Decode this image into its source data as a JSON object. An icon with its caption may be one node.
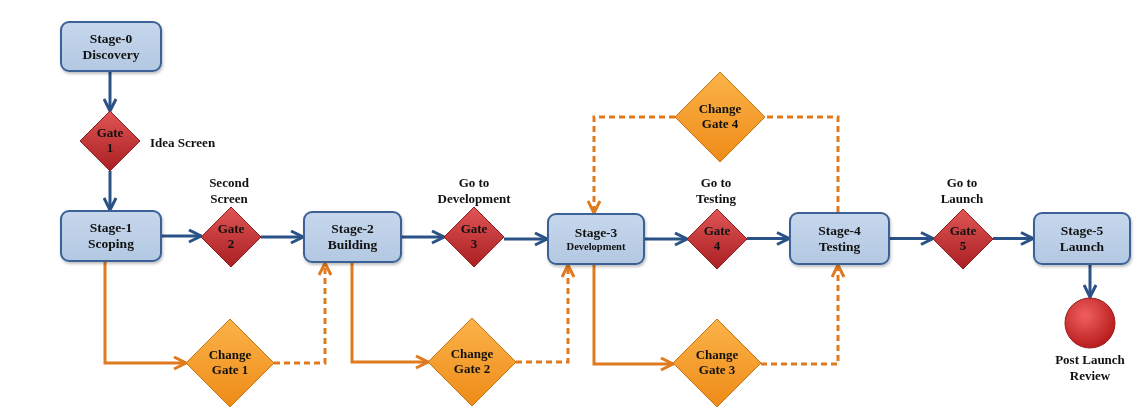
{
  "diagram": {
    "nodes": [
      {
        "text": [
          "Stage-0",
          "Discovery"
        ]
      },
      {
        "text": [
          "Gate 1"
        ],
        "beside": [
          "Idea Screen"
        ]
      },
      {
        "text": [
          "Stage-1",
          "Scoping"
        ]
      },
      {
        "text": [
          "Gate 2"
        ],
        "beside": [
          "Second Screen"
        ]
      },
      {
        "text": [
          "Stage-2",
          "Building"
        ]
      },
      {
        "text": [
          "Gate 3"
        ],
        "beside": [
          "Go to Development"
        ]
      },
      {
        "text": [
          "Stage-3",
          "Development"
        ]
      },
      {
        "text": [
          "Gate 4"
        ],
        "beside": [
          "Go to Testing"
        ]
      },
      {
        "text": [
          "Stage-4",
          "Testing"
        ]
      },
      {
        "text": [
          "Gate 5"
        ],
        "beside": [
          "Go to Launch"
        ]
      },
      {
        "text": [
          "Stage-5",
          "Launch"
        ]
      },
      {
        "text": [],
        "shape": "circle",
        "beside": [
          "Post Launch Review"
        ]
      },
      {
        "text": [
          "Change Gate 1"
        ]
      },
      {
        "text": [
          "Change Gate 2"
        ]
      },
      {
        "text": [
          "Change Gate 3"
        ]
      },
      {
        "text": [
          "Change Gate 4"
        ]
      }
    ],
    "edges": [
      {
        "from": 0,
        "to": 1,
        "arrow": "to"
      },
      {
        "from": 1,
        "to": 2,
        "arrow": "to"
      },
      {
        "from": 2,
        "to": 3,
        "arrow": "to"
      },
      {
        "from": 3,
        "to": 4,
        "arrow": "to"
      },
      {
        "from": 4,
        "to": 5,
        "arrow": "to"
      },
      {
        "from": 5,
        "to": 6,
        "arrow": "to"
      },
      {
        "from": 6,
        "to": 7,
        "arrow": "to"
      },
      {
        "from": 7,
        "to": 8,
        "arrow": "to"
      },
      {
        "from": 8,
        "to": 9,
        "arrow": "to"
      },
      {
        "from": 9,
        "to": 10,
        "arrow": "to"
      },
      {
        "from": 10,
        "to": 11,
        "arrow": "to"
      },
      {
        "from": 2,
        "to": 12,
        "arrow": "to",
        "color": "#e07a1e"
      },
      {
        "from": 12,
        "to": 4,
        "arrow": "to",
        "style": "dashed",
        "color": "#e07a1e"
      },
      {
        "from": 4,
        "to": 13,
        "arrow": "to",
        "color": "#e07a1e"
      },
      {
        "from": 13,
        "to": 6,
        "arrow": "to",
        "style": "dashed",
        "color": "#e07a1e"
      },
      {
        "from": 6,
        "to": 14,
        "arrow": "to",
        "color": "#e07a1e"
      },
      {
        "from": 14,
        "to": 8,
        "arrow": "to",
        "style": "dashed",
        "color": "#e07a1e"
      },
      {
        "from": 8,
        "to": 15,
        "arrow": "none",
        "style": "dashed",
        "color": "#e07a1e"
      },
      {
        "from": 15,
        "to": 6,
        "arrow": "to",
        "style": "dashed",
        "color": "#e07a1e"
      }
    ]
  }
}
